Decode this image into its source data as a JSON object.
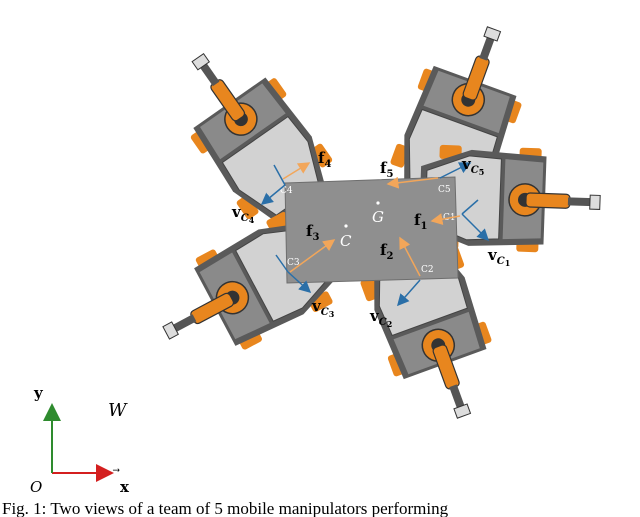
{
  "colors": {
    "object": "#8f8f8f",
    "robot_body": "#c9c9c9",
    "robot_dark": "#5a5a5a",
    "arm_orange": "#e8861e",
    "force_arrow": "#f2a65a",
    "velocity_arrow": "#2a6fa8",
    "axis_x": "#d41f1f",
    "axis_y": "#2e8b2e"
  },
  "object_labels": {
    "centroid": "C",
    "grasp_center": "G"
  },
  "forces": [
    {
      "base": "f",
      "sub": "1"
    },
    {
      "base": "f",
      "sub": "2"
    },
    {
      "base": "f",
      "sub": "3"
    },
    {
      "base": "f",
      "sub": "4"
    },
    {
      "base": "f",
      "sub": "5"
    }
  ],
  "velocities": [
    {
      "base": "v",
      "sub": "C",
      "subsub": "1"
    },
    {
      "base": "v",
      "sub": "C",
      "subsub": "2"
    },
    {
      "base": "v",
      "sub": "C",
      "subsub": "3"
    },
    {
      "base": "v",
      "sub": "C",
      "subsub": "4"
    },
    {
      "base": "v",
      "sub": "C",
      "subsub": "5"
    }
  ],
  "contact_labels": [
    "C1",
    "C2",
    "C3",
    "C4",
    "C5"
  ],
  "frame": {
    "x_axis": "x",
    "y_axis": "y",
    "origin": "O",
    "world": "W"
  },
  "caption": "Fig. 1: Two views of a team of 5 mobile manipulators performing"
}
